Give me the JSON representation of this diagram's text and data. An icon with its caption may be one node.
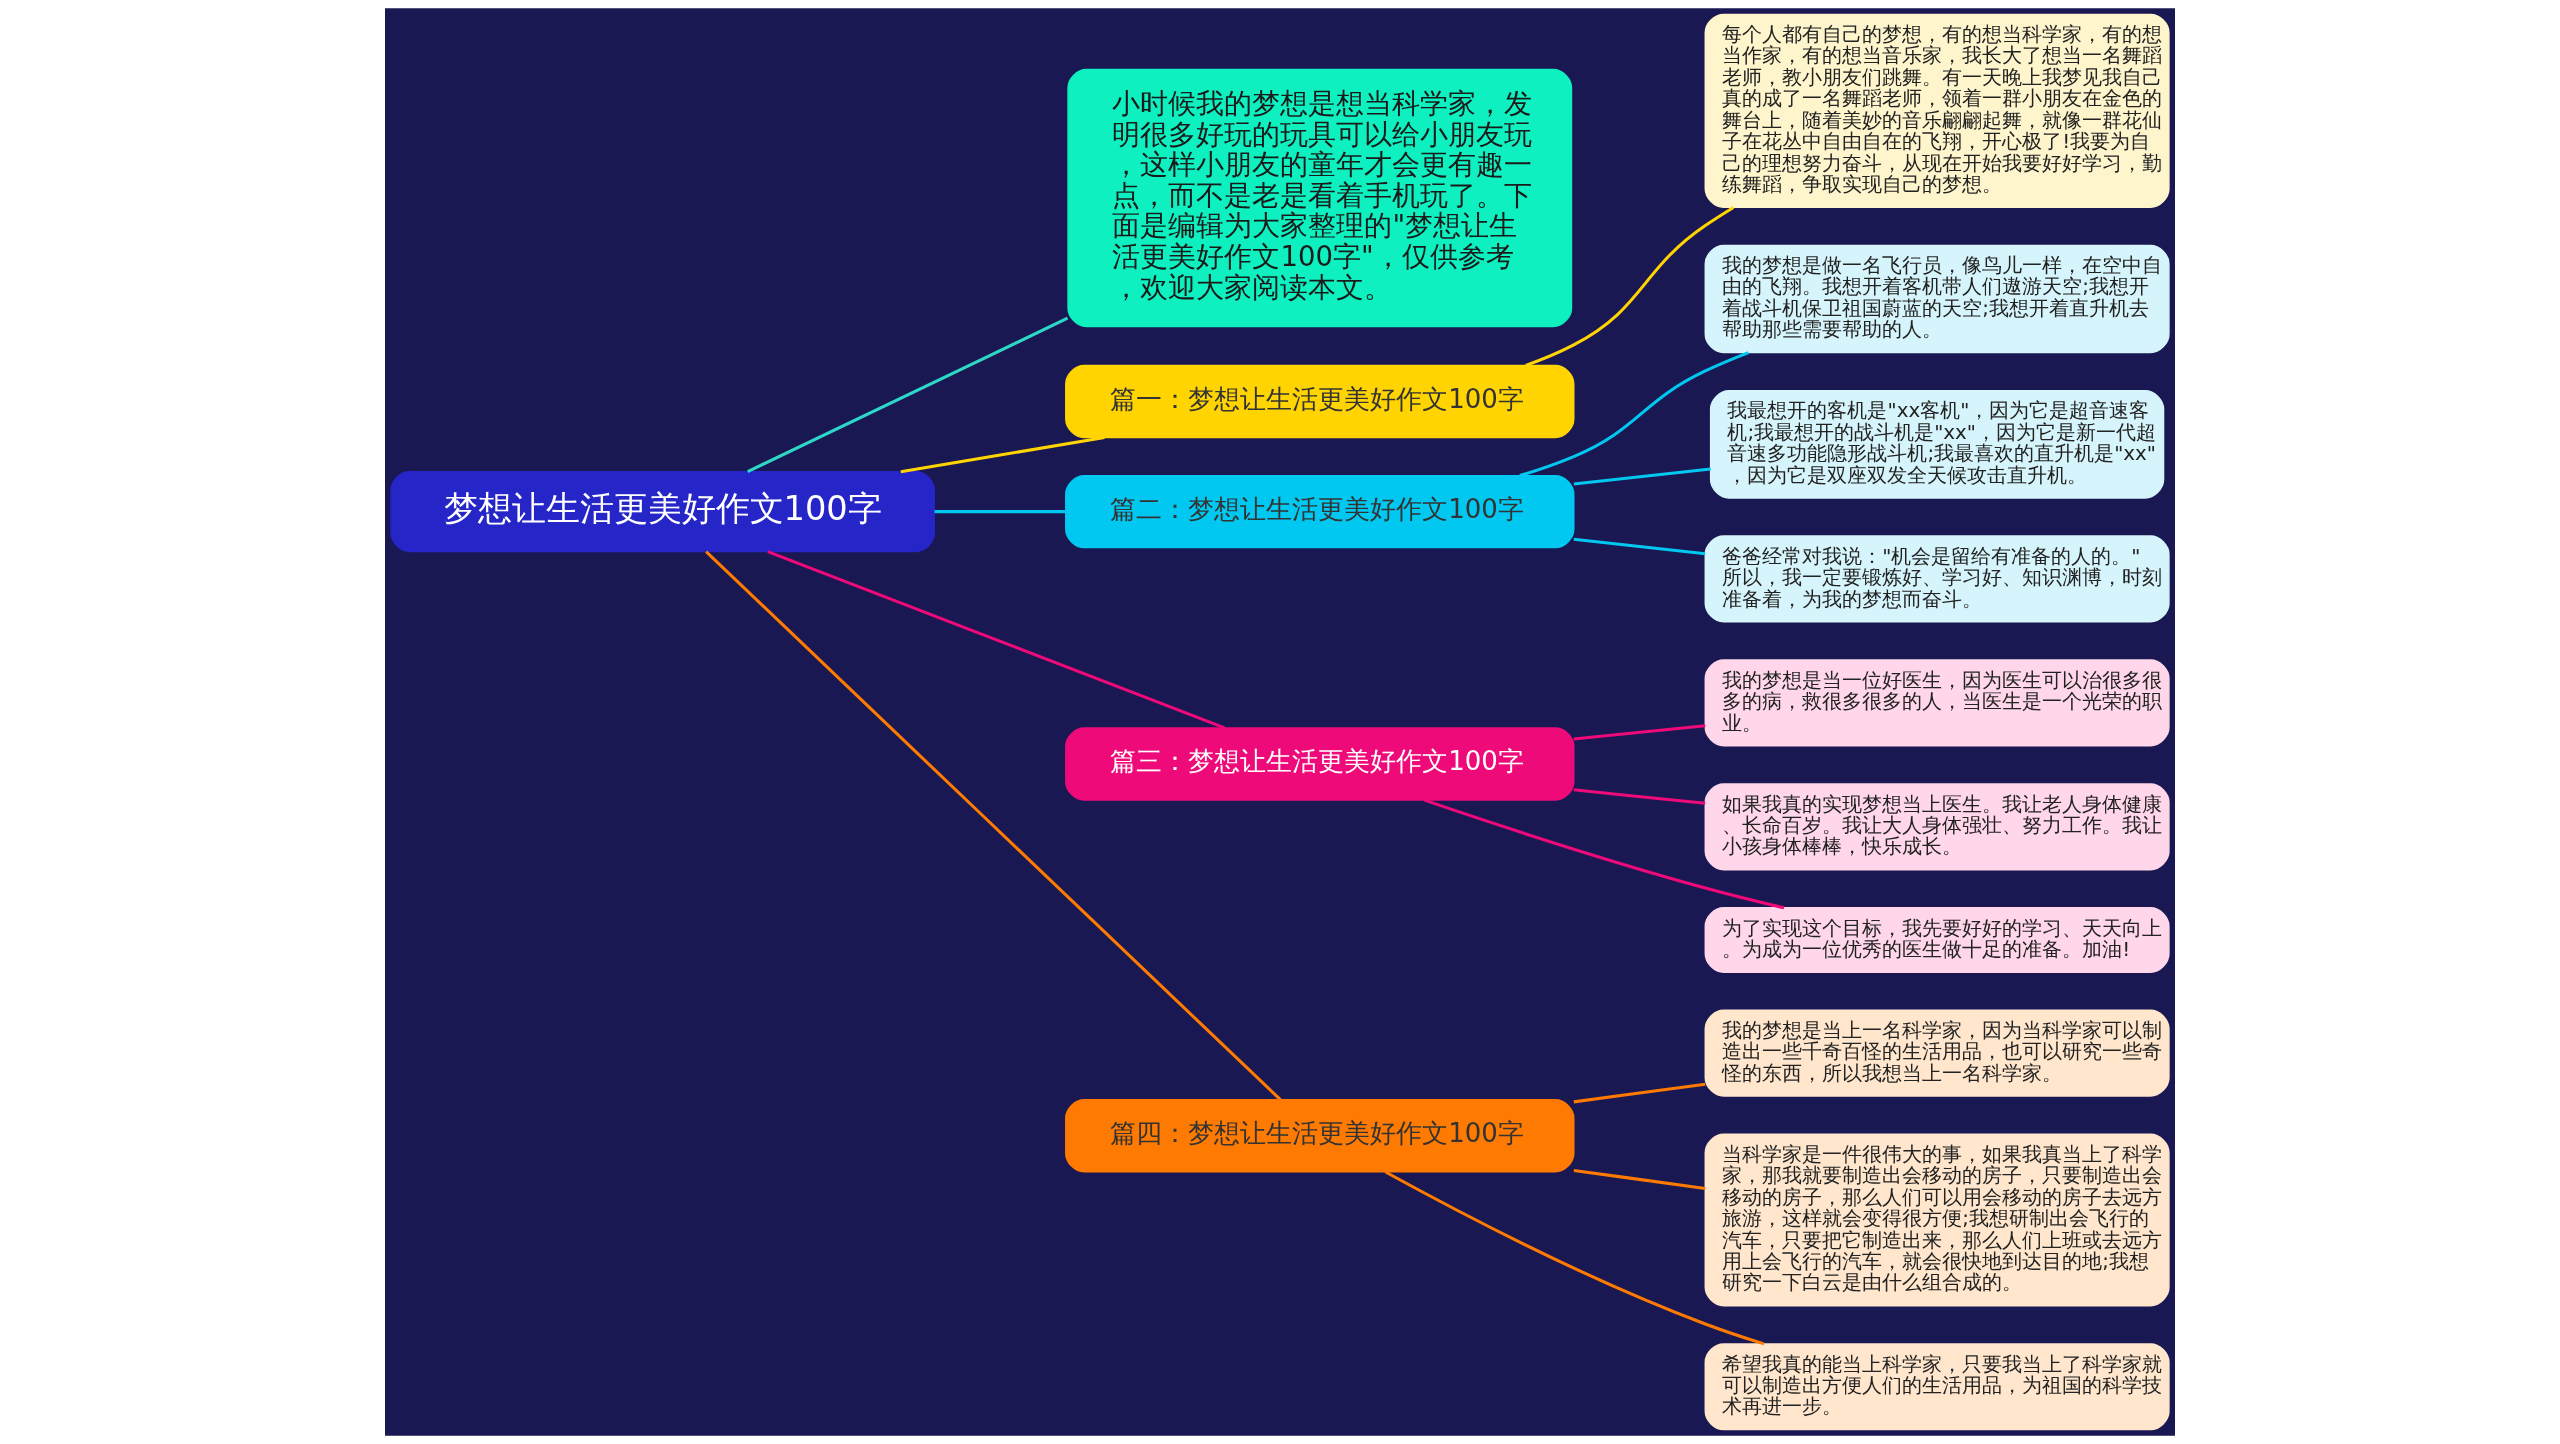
{
  "diagram": {
    "nodes": [
      {
        "text": [
          "梦想让生活更美好作文100字"
        ]
      },
      {
        "text": [
          "小时候我的梦想是想当科学家，发明很多好玩的玩具可以给小朋友玩，这样小朋友的童年才会更有趣一点，而不是老是看着手机玩了。下面是编辑为大家整理的\"梦想让生活更美好作文100字\"，仅供参考，欢迎大家阅读本文。"
        ]
      },
      {
        "text": [
          "篇一：梦想让生活更美好作文100字"
        ]
      },
      {
        "text": [
          "每个人都有自己的梦想，有的想当科学家，有的想当作家，有的想当音乐家，我长大了想当一名舞蹈老师，教小朋友们跳舞。有一天晚上我梦见我自己真的成了一名舞蹈老师，领着一群小朋友在金色的舞台上，随着美妙的音乐翩翩起舞，就像一群花仙子在花丛中自由自在的飞翔，开心极了!我要为自己的理想努力奋斗，从现在开始我要好好学习，勤练舞蹈，争取实现自己的梦想。"
        ]
      },
      {
        "text": [
          "篇二：梦想让生活更美好作文100字"
        ]
      },
      {
        "text": [
          "我的梦想是做一名飞行员，像鸟儿一样，在空中自由的飞翔。我想开着客机带人们遨游天空;我想开着战斗机保卫祖国蔚蓝的天空;我想开着直升机去帮助那些需要帮助的人。"
        ]
      },
      {
        "text": [
          "我最想开的客机是\"xx客机\"，因为它是超音速客机;我最想开的战斗机是\"xx\"，因为它是新一代超音速多功能隐形战斗机;我最喜欢的直升机是\"xx\"，因为它是双座双发全天候攻击直升机。"
        ]
      },
      {
        "text": [
          "爸爸经常对我说：\"机会是留给有准备的人的。\"所以，我一定要锻炼好、学习好、知识渊博，时刻准备着，为我的梦想而奋斗。"
        ]
      },
      {
        "text": [
          "篇三：梦想让生活更美好作文100字"
        ]
      },
      {
        "text": [
          "我的梦想是当一位好医生，因为医生可以治很多很多的病，救很多很多的人，当医生是一个光荣的职业。"
        ]
      },
      {
        "text": [
          "如果我真的实现梦想当上医生。我让老人身体健康、长命百岁。我让大人身体强壮、努力工作。我让小孩身体棒棒，快乐成长。"
        ]
      },
      {
        "text": [
          "为了实现这个目标，我先要好好的学习、天天向上。为成为一位优秀的医生做十足的准备。加油!"
        ]
      },
      {
        "text": [
          "篇四：梦想让生活更美好作文100字"
        ]
      },
      {
        "text": [
          "我的梦想是当上一名科学家，因为当科学家可以制造出一些千奇百怪的生活用品，也可以研究一些奇怪的东西，所以我想当上一名科学家。"
        ]
      },
      {
        "text": [
          "当科学家是一件很伟大的事，如果我真当上了科学家，那我就要制造出会移动的房子，只要制造出会移动的房子，那么人们可以用会移动的房子去远方旅游，这样就会变得很方便;我想研制出会飞行的汽车，只要把它制造出来，那么人们上班或去远方用上会飞行的汽车，就会很快地到达目的地;我想研究一下白云是由什么组合成的。"
        ]
      },
      {
        "text": [
          "希望我真的能当上科学家，只要我当上了科学家就可以制造出方便人们的生活用品，为祖国的科学技术再进一步。"
        ]
      }
    ],
    "edges": [
      {
        "from": 0,
        "to": 1,
        "arrow": "none",
        "color": "#2ed8c8"
      },
      {
        "from": 0,
        "to": 2,
        "arrow": "none",
        "color": "#ffd400"
      },
      {
        "from": 2,
        "to": 3,
        "arrow": "none",
        "color": "#ffd400"
      },
      {
        "from": 0,
        "to": 4,
        "arrow": "none",
        "color": "#00c8f0"
      },
      {
        "from": 4,
        "to": 5,
        "arrow": "none",
        "color": "#00c8f0"
      },
      {
        "from": 4,
        "to": 6,
        "arrow": "none",
        "color": "#00c8f0"
      },
      {
        "from": 4,
        "to": 7,
        "arrow": "none",
        "color": "#00c8f0"
      },
      {
        "from": 0,
        "to": 8,
        "arrow": "none",
        "color": "#ee0a78"
      },
      {
        "from": 8,
        "to": 9,
        "arrow": "none",
        "color": "#ee0a78"
      },
      {
        "from": 8,
        "to": 10,
        "arrow": "none",
        "color": "#ee0a78"
      },
      {
        "from": 8,
        "to": 11,
        "arrow": "none",
        "color": "#ee0a78"
      },
      {
        "from": 0,
        "to": 12,
        "arrow": "none",
        "color": "#ff7a00"
      },
      {
        "from": 12,
        "to": 13,
        "arrow": "none",
        "color": "#ff7a00"
      },
      {
        "from": 12,
        "to": 14,
        "arrow": "none",
        "color": "#ff7a00"
      },
      {
        "from": 12,
        "to": 15,
        "arrow": "none",
        "color": "#ff7a00"
      }
    ]
  }
}
